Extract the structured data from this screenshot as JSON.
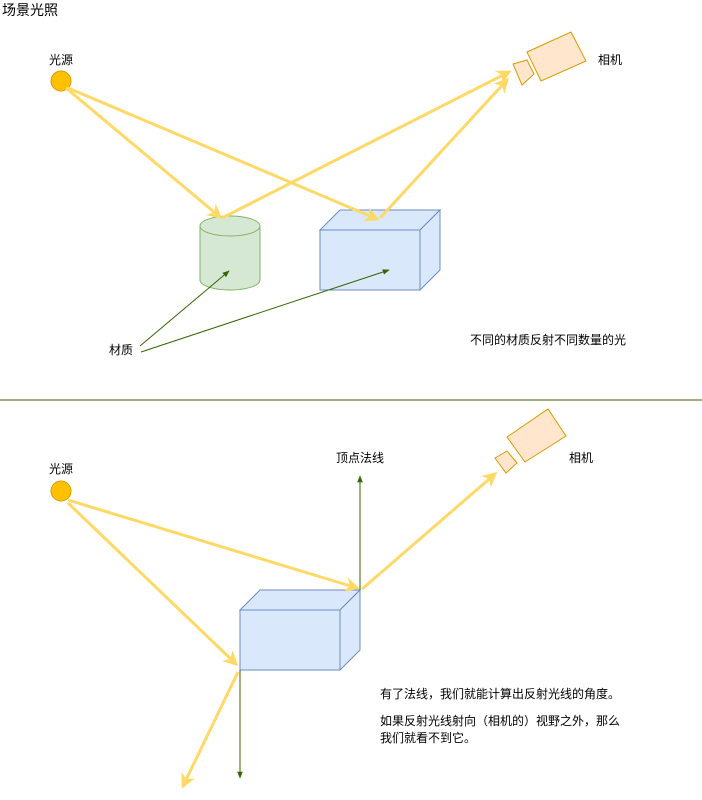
{
  "title": "场景光照",
  "top": {
    "light_label": "光源",
    "camera_label": "相机",
    "material_label": "材质",
    "caption": "不同的材质反射不同数量的光"
  },
  "bottom": {
    "light_label": "光源",
    "camera_label": "相机",
    "normal_label": "顶点法线",
    "note_line1": "有了法线，我们就能计算出反射光线的角度。",
    "note_line2": "如果反射光线射向（相机的）视野之外，那么",
    "note_line3": "我们就看不到它。"
  },
  "colors": {
    "ray": "#FFD966",
    "light_fill": "#FFC000",
    "light_stroke": "#D79B00",
    "camera_fill": "#FFE6CC",
    "camera_stroke": "#D79B00",
    "cylinder_fill": "#D5E8D4",
    "cylinder_stroke": "#82B366",
    "box_fill": "#DAE8FC",
    "box_stroke": "#6C8EBF",
    "arrow_green": "#336600",
    "divider": "#336600"
  }
}
